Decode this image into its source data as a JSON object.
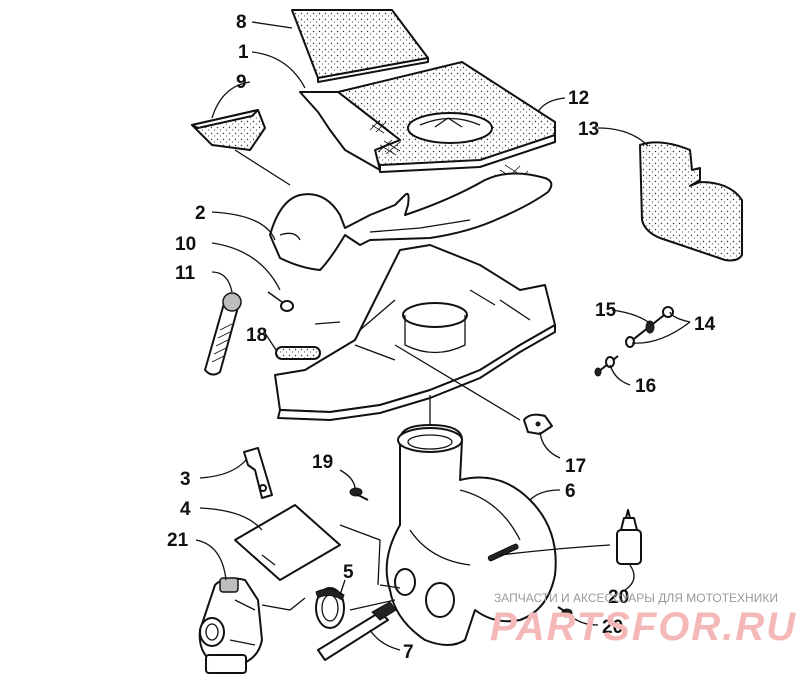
{
  "diagram": {
    "callouts": [
      "1",
      "2",
      "3",
      "4",
      "5",
      "6",
      "7",
      "8",
      "9",
      "10",
      "11",
      "12",
      "13",
      "14",
      "15",
      "16",
      "17",
      "18",
      "19",
      "20",
      "20",
      "21"
    ]
  },
  "watermark": {
    "top_text": "ЗАПЧАСТИ И АКСЕССУАРЫ ДЛЯ МОТОТЕХНИКИ",
    "brand_text": "PARTSFOR.RU"
  },
  "colors": {
    "line": "#111111",
    "watermark_text": "#9a9a9a",
    "watermark_brand": "#f4b8b8"
  }
}
